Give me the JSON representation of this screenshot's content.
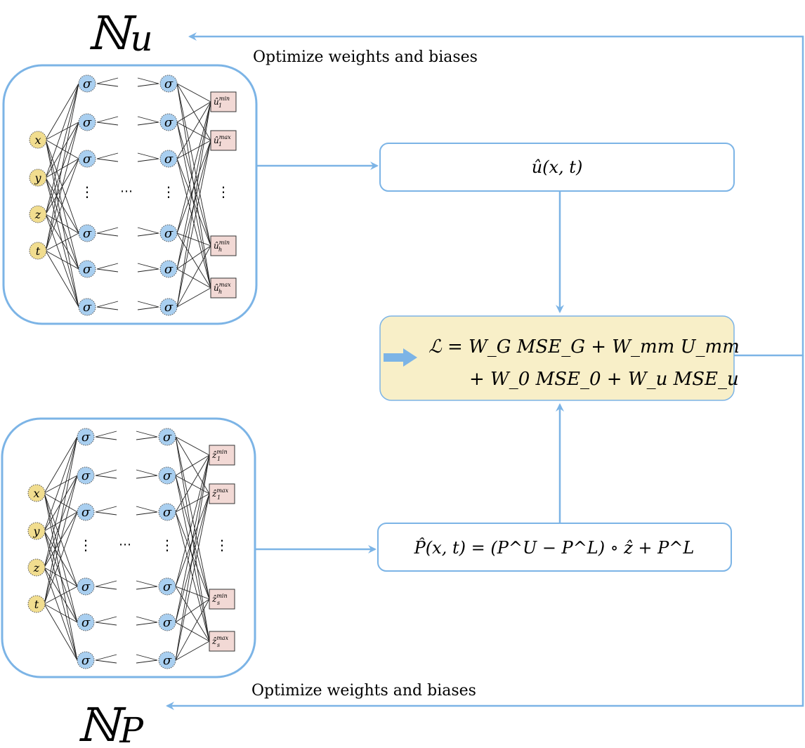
{
  "networks": {
    "top": {
      "name_main": "ℕ",
      "name_sub": "u",
      "optimize_label": "Optimize weights and biases",
      "inputs": [
        "x",
        "y",
        "z",
        "t"
      ],
      "hidden_symbol": "σ",
      "outputs": [
        {
          "base": "û",
          "sub": "1",
          "sup": "min"
        },
        {
          "base": "û",
          "sub": "1",
          "sup": "max"
        },
        {
          "base": "û",
          "sub": "h",
          "sup": "min"
        },
        {
          "base": "û",
          "sub": "h",
          "sup": "max"
        }
      ]
    },
    "bottom": {
      "name_main": "ℕ",
      "name_sub": "P",
      "optimize_label": "Optimize weights and biases",
      "inputs": [
        "x",
        "y",
        "z",
        "t"
      ],
      "hidden_symbol": "σ",
      "outputs": [
        {
          "base": "ẑ",
          "sub": "1",
          "sup": "min"
        },
        {
          "base": "ẑ",
          "sub": "1",
          "sup": "max"
        },
        {
          "base": "ẑ",
          "sub": "s",
          "sup": "min"
        },
        {
          "base": "ẑ",
          "sub": "s",
          "sup": "max"
        }
      ]
    },
    "ellipsis_vertical": "⋮",
    "ellipsis_horizontal": "⋯"
  },
  "boxes": {
    "u_hat": "û(x, t)",
    "loss_line1": "ℒ = W_G MSE_G + W_mm U_mm",
    "loss_line2": "+ W_0 MSE_0 + W_u MSE_u",
    "p_hat": "P̂(x, t) = (P^U − P^L) ∘ ẑ + P^L"
  },
  "colors": {
    "accent_blue": "#7cb4e6",
    "node_blue": "#a9cff0",
    "input_yellow": "#f1dd8f",
    "output_pink": "#f2d9d5",
    "loss_fill": "#f8efc8"
  }
}
